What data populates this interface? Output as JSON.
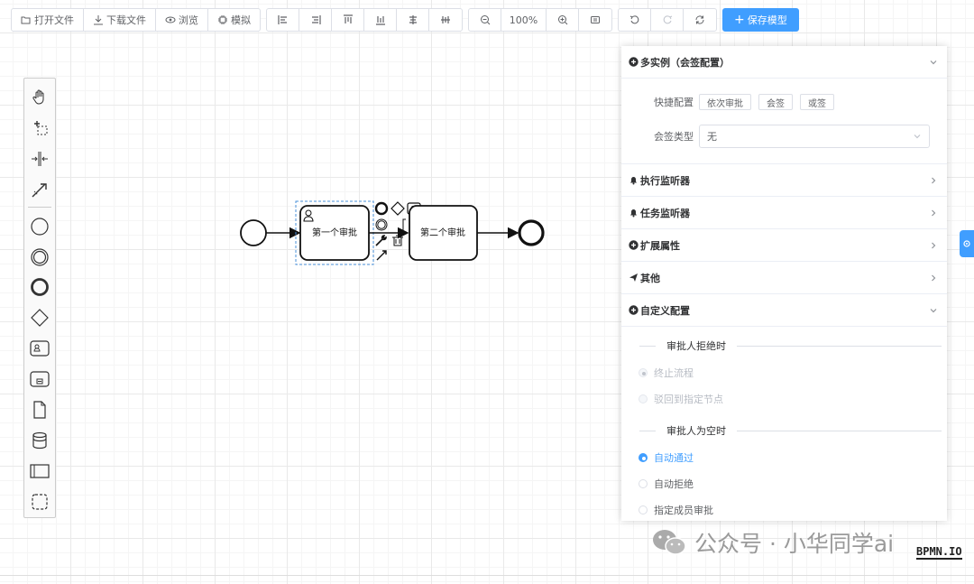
{
  "toolbar": {
    "file_group": [
      {
        "label": "打开文件",
        "icon": "folder-open-icon"
      },
      {
        "label": "下载文件",
        "icon": "download-icon"
      },
      {
        "label": "浏览",
        "icon": "eye-icon"
      },
      {
        "label": "模拟",
        "icon": "cpu-icon"
      }
    ],
    "align_group": [
      "align-left-icon",
      "align-right-icon",
      "align-top-icon",
      "align-bottom-icon",
      "align-center-icon",
      "align-middle-icon"
    ],
    "zoom": {
      "value": "100%"
    },
    "save_label": "保存模型"
  },
  "diagram": {
    "task1": "第一个审批",
    "task2": "第二个审批"
  },
  "panel": {
    "multi_instance": {
      "title": "多实例（会签配置）",
      "quick_label": "快捷配置",
      "quick_buttons": [
        "依次审批",
        "会签",
        "或签"
      ],
      "type_label": "会签类型",
      "type_value": "无"
    },
    "sections": [
      {
        "title": "执行监听器",
        "icon": "bell-icon"
      },
      {
        "title": "任务监听器",
        "icon": "bell-icon"
      },
      {
        "title": "扩展属性",
        "icon": "plus-circle-icon"
      },
      {
        "title": "其他",
        "icon": "send-icon"
      }
    ],
    "custom": {
      "title": "自定义配置",
      "reject_title": "审批人拒绝时",
      "reject_options": [
        "终止流程",
        "驳回到指定节点"
      ],
      "empty_title": "审批人为空时",
      "empty_options": [
        "自动通过",
        "自动拒绝",
        "指定成员审批"
      ]
    }
  },
  "watermark": {
    "text": "公众号 · 小华同学ai",
    "logo": "BPMN.IO"
  },
  "colors": {
    "primary": "#409eff"
  }
}
